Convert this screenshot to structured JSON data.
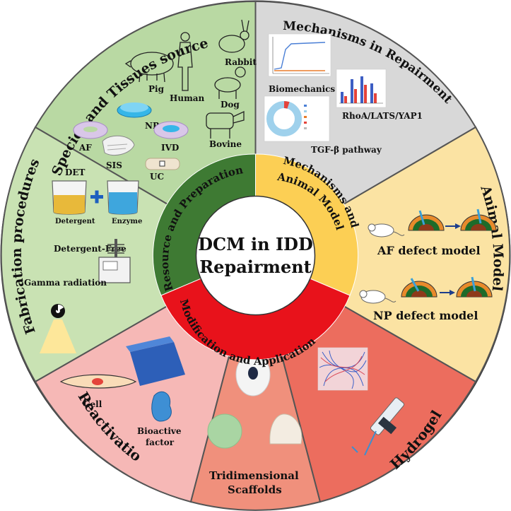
{
  "center": {
    "line1": "DCM in IDD",
    "line2": "Repairment"
  },
  "inner_ring": {
    "resource": "Resource and Preparation",
    "mechanisms_line1": "Mechanisms and",
    "mechanisms_line2": "Animal Model",
    "modification": "Modification and Application"
  },
  "segments": {
    "species": {
      "title": "Species and Tissues  source",
      "labels": [
        "Rabbit",
        "Pig",
        "Human",
        "Dog",
        "NP",
        "AF",
        "IVD",
        "Bovine",
        "SIS",
        "UC"
      ]
    },
    "mechanisms": {
      "title": "Mechanisms in Repairment",
      "labels": [
        "Biomechanics",
        "RhoA/LATS/YAP1",
        "TGF-β pathway"
      ]
    },
    "animal": {
      "title": "Animal Model",
      "labels": [
        "AF defect model",
        "NP defect model"
      ]
    },
    "fabrication": {
      "title": "Fabrication  procedures",
      "labels": [
        "DET",
        "Detergent",
        "Enzyme",
        "Detergent-Free",
        "Gamma radiation"
      ]
    },
    "reactivation": {
      "title": "Reactivation",
      "labels": [
        "Cell",
        "Bioactive",
        "factor"
      ]
    },
    "tridimensional": {
      "title_line1": "Tridimensional",
      "title_line2": "Scaffolds"
    },
    "hydrogel": {
      "title": "Hydrogel"
    }
  },
  "colors": {
    "species_bg": "#b9d9a3",
    "mechanisms_bg": "#d8d8d8",
    "animal_bg": "#fbe3a3",
    "fabrication_bg": "#c9e2b3",
    "reactivation_bg": "#f6b8b6",
    "tridimensional_bg": "#f0907c",
    "hydrogel_bg": "#ec6d5e",
    "ring_green": "#3e7a33",
    "ring_yellow": "#fccf54",
    "ring_red": "#e8121b"
  }
}
